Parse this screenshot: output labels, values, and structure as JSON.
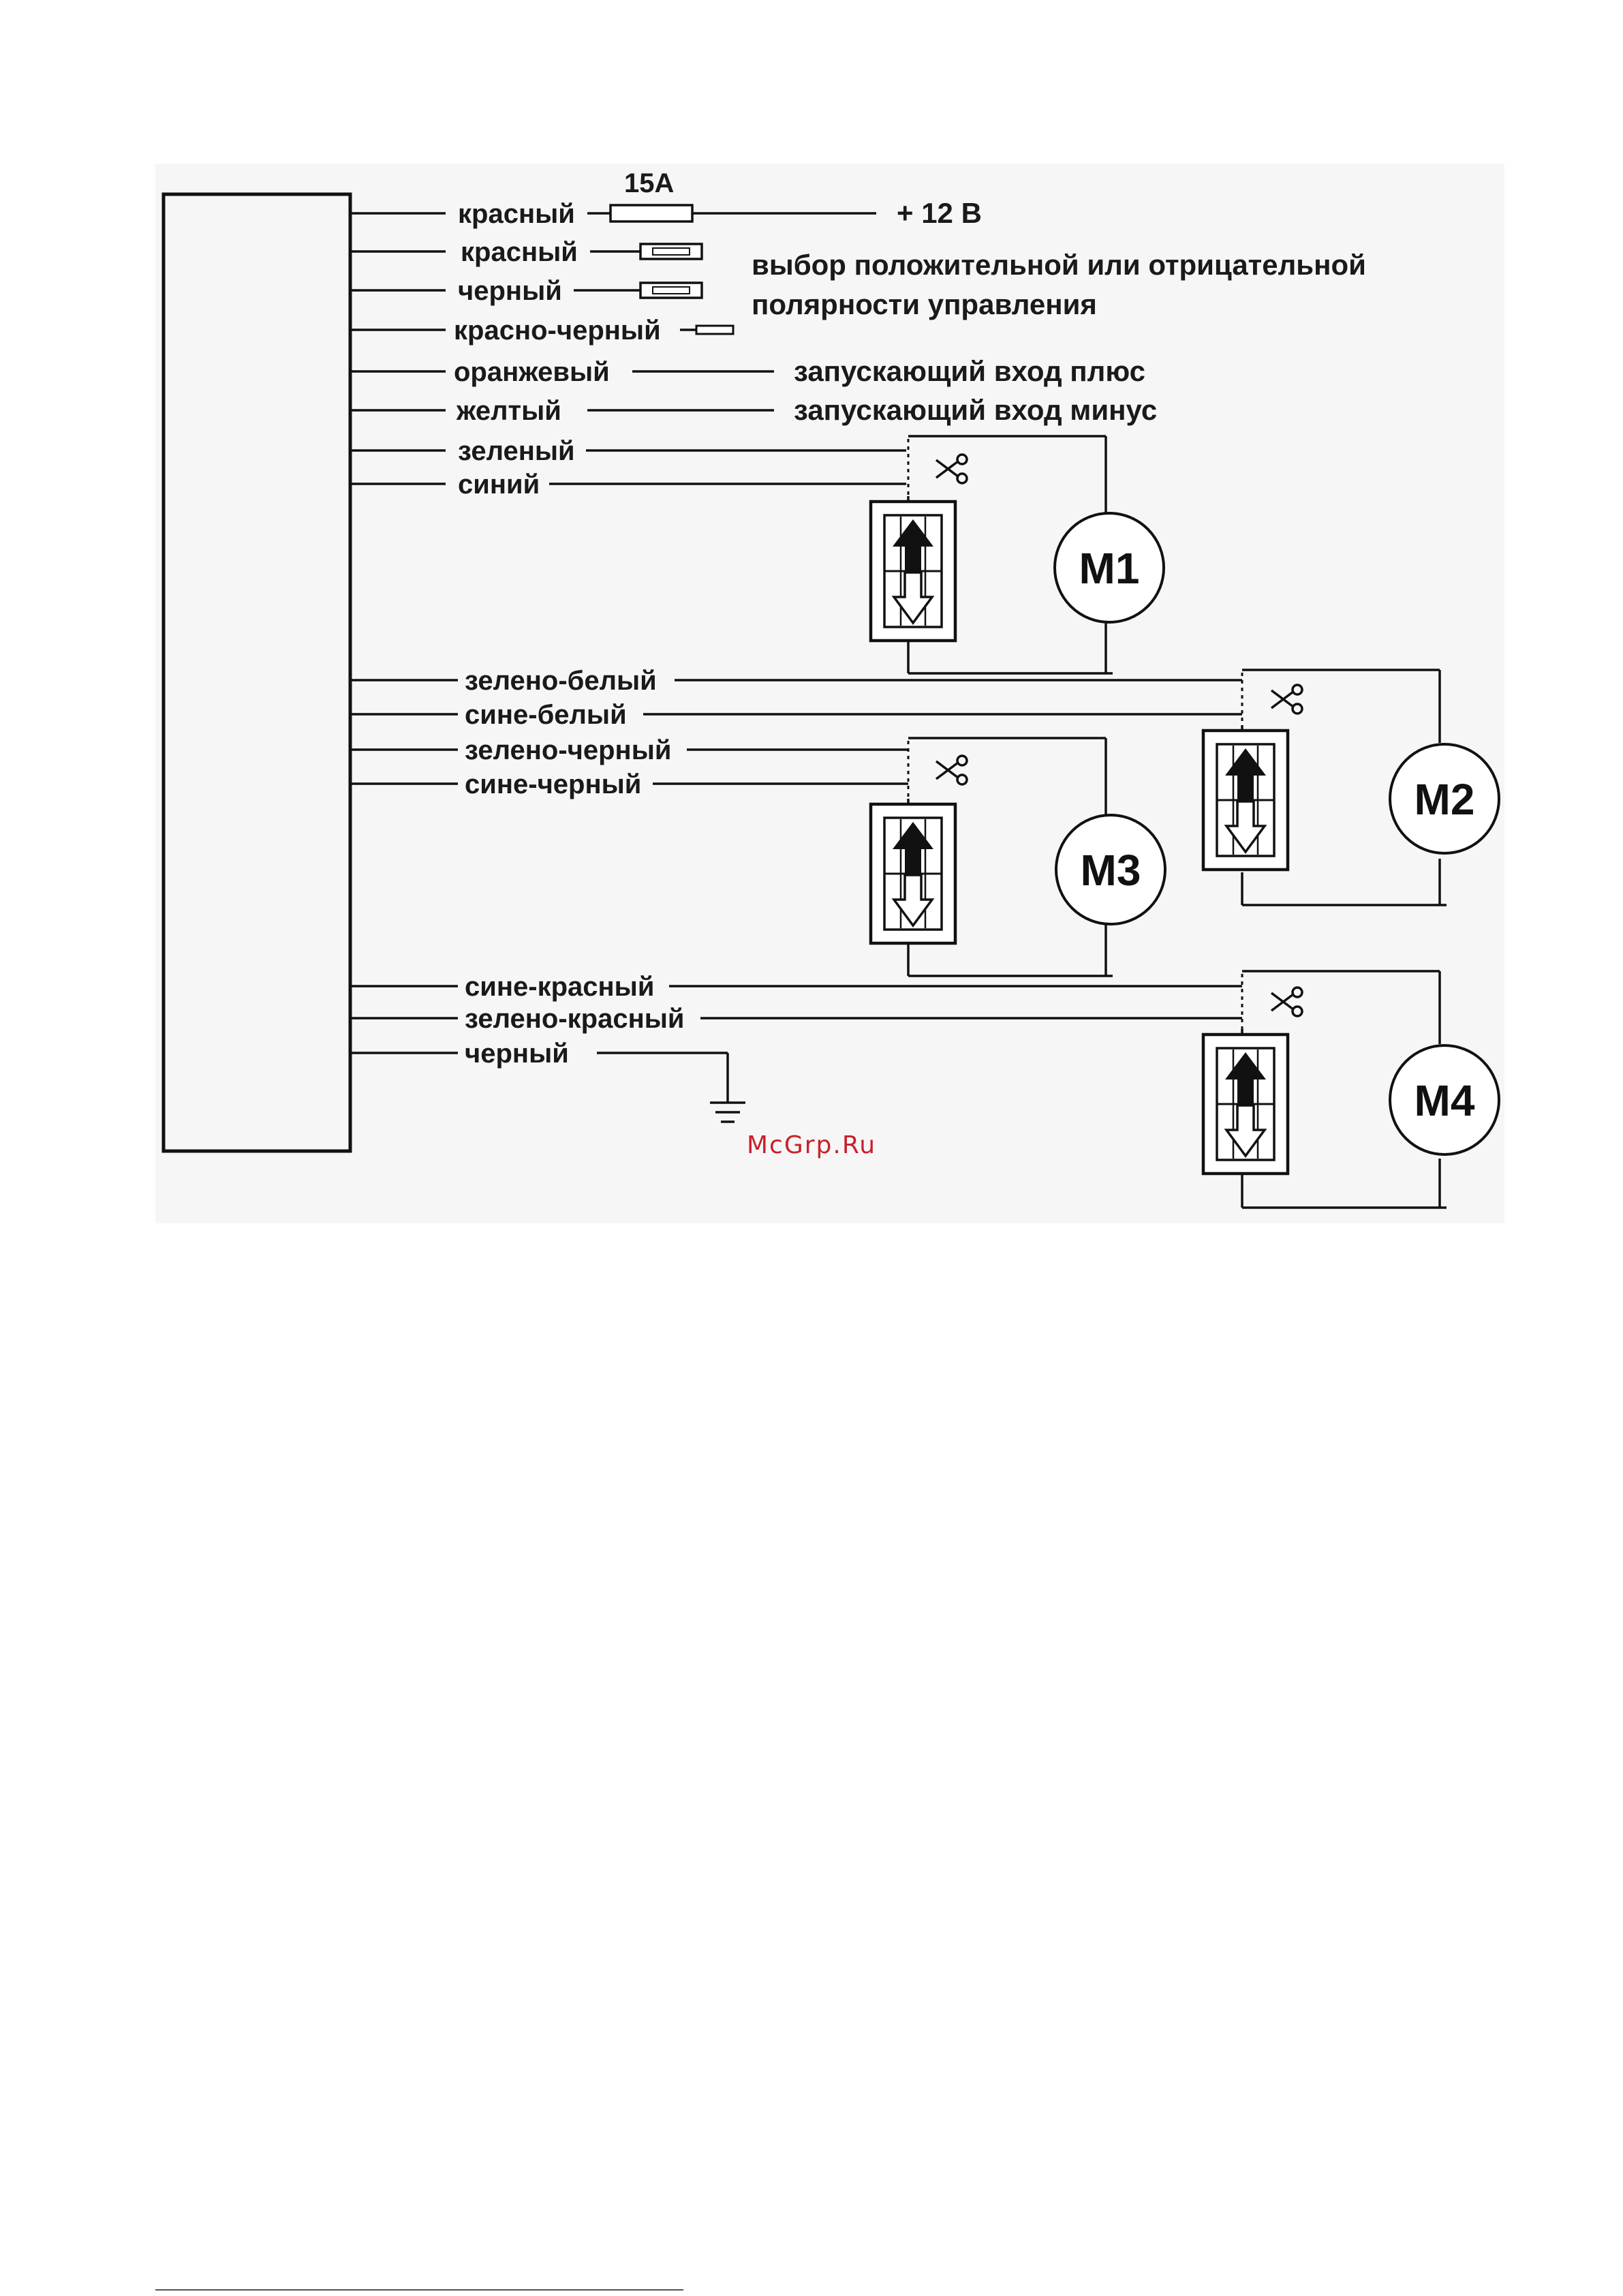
{
  "fuse_label": "15A",
  "supply_label": "+ 12 В",
  "polarity_note": [
    "выбор положительной или отрицательной",
    "полярности управления"
  ],
  "trigger_plus": "запускающий вход плюс",
  "trigger_minus": "запускающий вход минус",
  "wires": {
    "red_power": "красный",
    "red_select": "красный",
    "black_select": "черный",
    "red_black": "красно-черный",
    "orange": "оранжевый",
    "yellow": "желтый",
    "green": "зеленый",
    "blue": "синий",
    "green_white": "зелено-белый",
    "blue_white": "сине-белый",
    "green_black": "зелено-черный",
    "blue_black": "сине-черный",
    "blue_red": "сине-красный",
    "green_red": "зелено-красный",
    "black_ground": "черный"
  },
  "motors": [
    "M1",
    "M2",
    "M3",
    "M4"
  ],
  "icons": {
    "cut": "scissors-icon",
    "ground": "ground-icon",
    "window_switch": "up-down-arrow-switch-icon"
  },
  "watermark": "McGrp.Ru"
}
